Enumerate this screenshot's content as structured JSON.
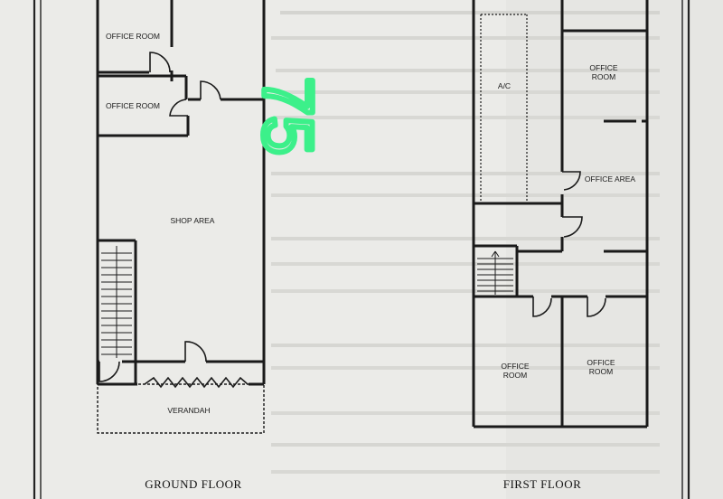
{
  "floors": {
    "ground": {
      "title": "GROUND FLOOR",
      "rooms": {
        "office_top": "OFFICE ROOM",
        "office_second": "OFFICE ROOM",
        "shop_area": "SHOP AREA",
        "verandah": "VERANDAH"
      }
    },
    "first": {
      "title": "FIRST FLOOR",
      "rooms": {
        "ac": "A/C",
        "office_top_right": "OFFICE\nROOM",
        "office_area": "OFFICE AREA",
        "office_bottom_left": "OFFICE\nROOM",
        "office_bottom_right": "OFFICE\nROOM"
      }
    }
  },
  "handwritten_mark": "75",
  "colors": {
    "paper": "#ebebe8",
    "ink": "#1a1a1a",
    "handwriting": "#3cf08a"
  }
}
